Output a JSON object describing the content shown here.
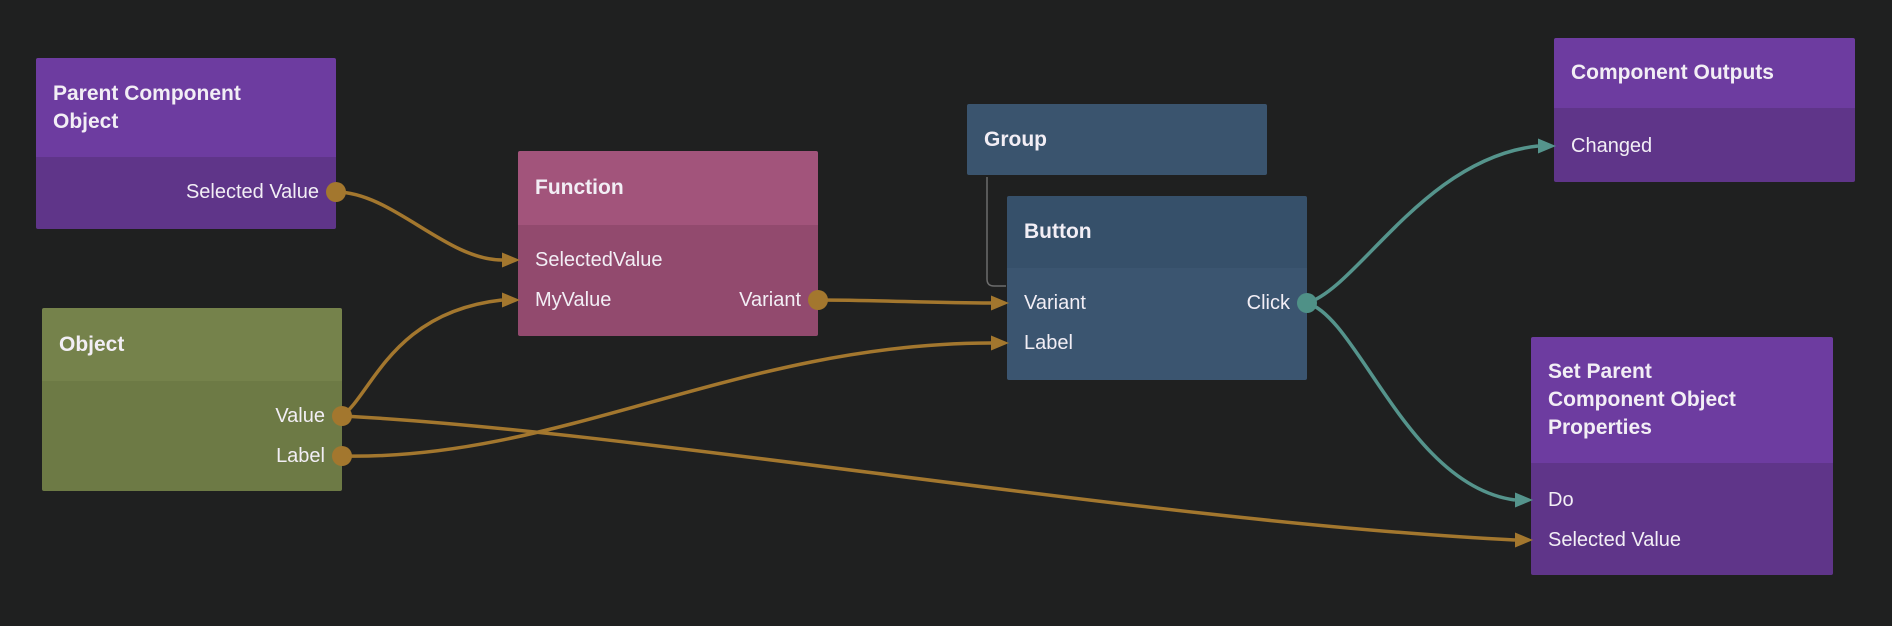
{
  "colors": {
    "background": "#1f2020",
    "node_text": "#f2eef5",
    "wire_data": "#a3772e",
    "wire_signal": "#55948c",
    "dot_signal": "#4f9187",
    "child_link": "#7a7a7a"
  },
  "nodes": [
    {
      "id": "parent-component-object",
      "title": "Parent Component Object",
      "title_lines": [
        "Parent Component",
        "Object"
      ],
      "header_color": "#6d3ca0",
      "body_color": "#5f3589",
      "inputs": [],
      "outputs": [
        "Selected Value"
      ]
    },
    {
      "id": "object",
      "title": "Object",
      "title_lines": [
        "Object"
      ],
      "header_color": "#75824b",
      "body_color": "#6d7a45",
      "inputs": [],
      "outputs": [
        "Value",
        "Label"
      ]
    },
    {
      "id": "function",
      "title": "Function",
      "title_lines": [
        "Function"
      ],
      "header_color": "#a2547b",
      "body_color": "#924a6e",
      "inputs": [
        "SelectedValue",
        "MyValue"
      ],
      "outputs": [
        "Variant"
      ]
    },
    {
      "id": "group",
      "title": "Group",
      "title_lines": [
        "Group"
      ],
      "header_color": "#3a546e",
      "body_color": "#3a546e",
      "inputs": [],
      "outputs": []
    },
    {
      "id": "button",
      "title": "Button",
      "title_lines": [
        "Button"
      ],
      "header_color": "#36506a",
      "body_color": "#3b5570",
      "inputs": [
        "Variant",
        "Label"
      ],
      "outputs": [
        "Click"
      ]
    },
    {
      "id": "component-outputs",
      "title": "Component Outputs",
      "title_lines": [
        "Component Outputs"
      ],
      "header_color": "#6d3ca0",
      "body_color": "#5f3589",
      "inputs": [
        "Changed"
      ],
      "outputs": []
    },
    {
      "id": "set-parent-component-object-properties",
      "title": "Set Parent Component Object Properties",
      "title_lines": [
        "Set Parent",
        "Component Object",
        "Properties"
      ],
      "header_color": "#6d3ca0",
      "body_color": "#5f3589",
      "inputs": [
        "Do",
        "Selected Value"
      ],
      "outputs": []
    }
  ],
  "edges": [
    {
      "from": "Parent Component Object.Selected Value",
      "to": "Function.SelectedValue",
      "kind": "data"
    },
    {
      "from": "Object.Value",
      "to": "Function.MyValue",
      "kind": "data"
    },
    {
      "from": "Object.Value",
      "to": "Set Parent Component Object Properties.Selected Value",
      "kind": "data"
    },
    {
      "from": "Object.Label",
      "to": "Button.Label",
      "kind": "data"
    },
    {
      "from": "Function.Variant",
      "to": "Button.Variant",
      "kind": "data"
    },
    {
      "from": "Button.Click",
      "to": "Component Outputs.Changed",
      "kind": "signal"
    },
    {
      "from": "Button.Click",
      "to": "Set Parent Component Object Properties.Do",
      "kind": "signal"
    },
    {
      "from": "Group",
      "to": "Button",
      "kind": "child"
    }
  ]
}
